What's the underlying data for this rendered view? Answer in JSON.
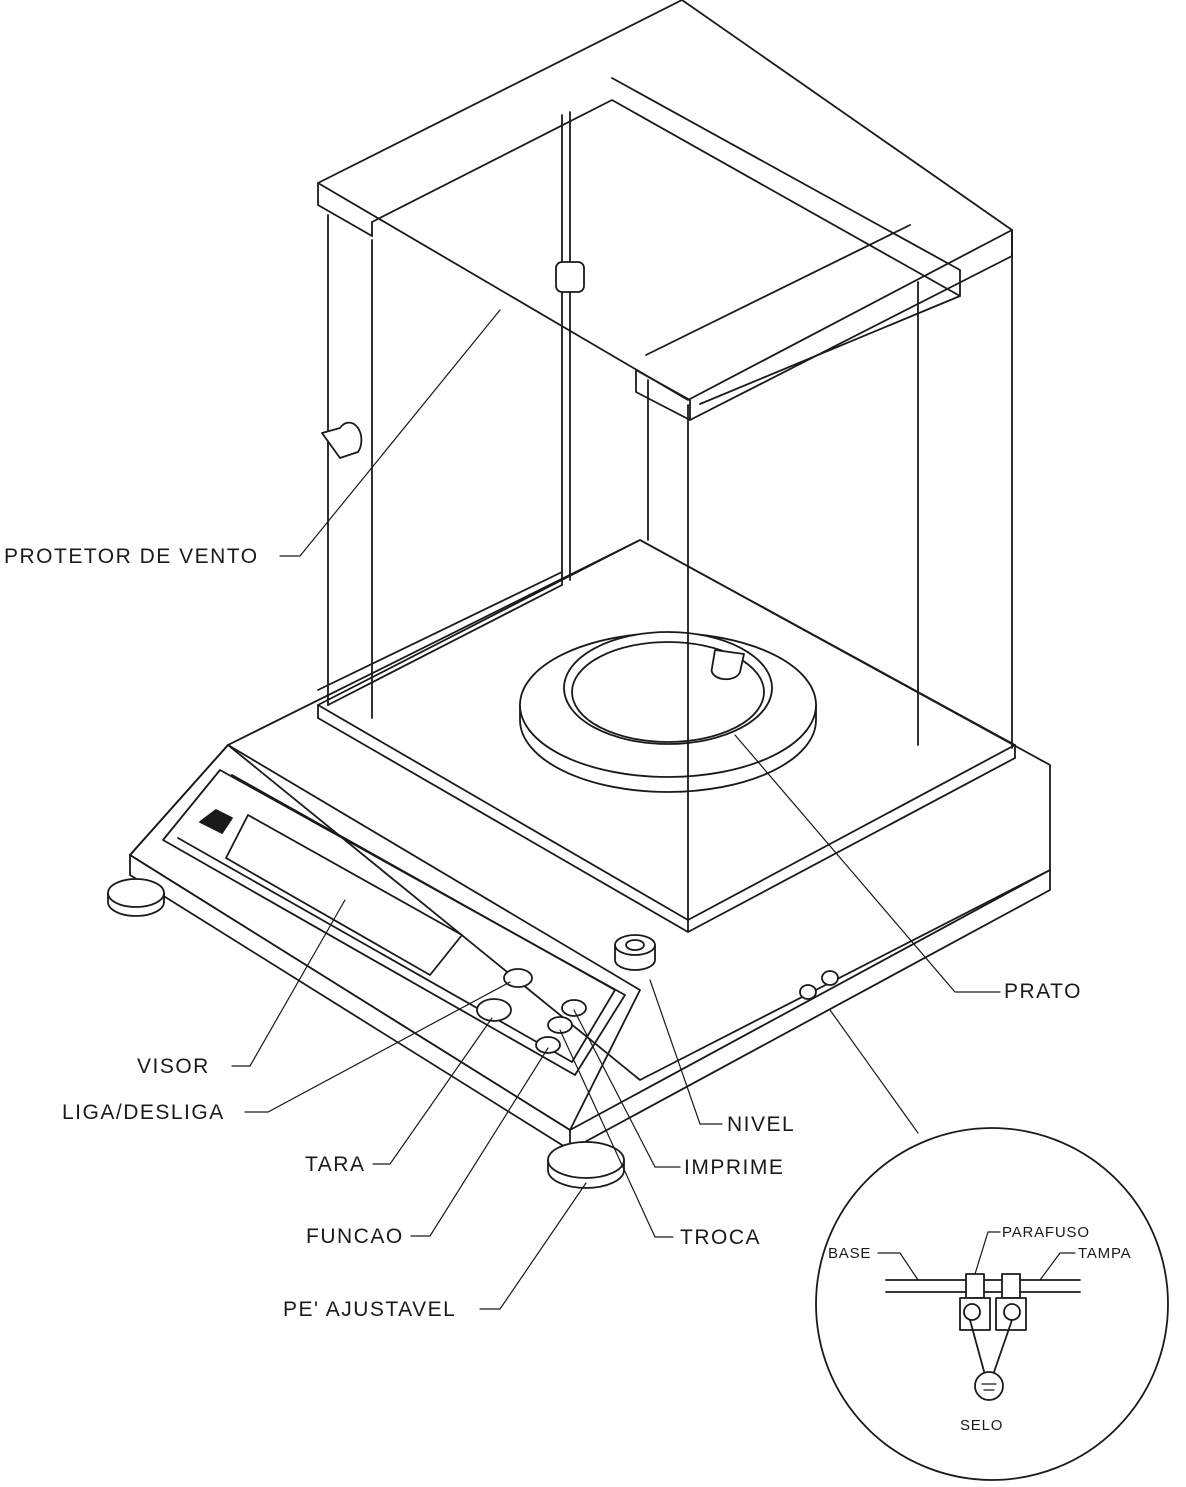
{
  "labels": {
    "protetor_de_vento": "PROTETOR DE VENTO",
    "prato": "PRATO",
    "visor": "VISOR",
    "liga_desliga": "LIGA/DESLIGA",
    "tara": "TARA",
    "funcao": "FUNCAO",
    "pe_ajustavel": "PE' AJUSTAVEL",
    "nivel": "NIVEL",
    "imprime": "IMPRIME",
    "troca": "TROCA"
  },
  "detail": {
    "base": "BASE",
    "parafuso": "PARAFUSO",
    "tampa": "TAMPA",
    "selo": "SELO"
  },
  "colors": {
    "ink": "#1a1a1a",
    "paper": "#ffffff"
  }
}
